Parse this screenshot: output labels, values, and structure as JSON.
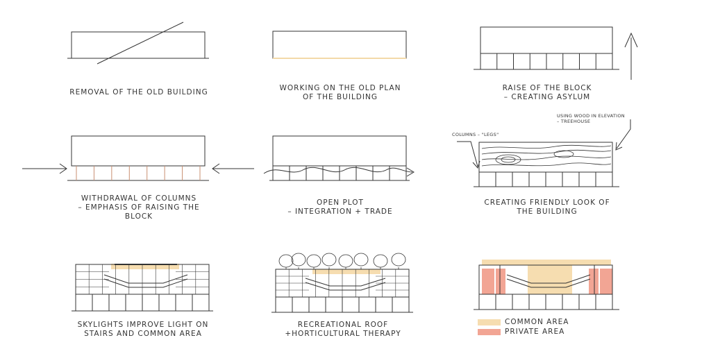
{
  "panels": [
    {
      "id": "p1",
      "caption": [
        "REMOVAL OF THE OLD BUILDING"
      ]
    },
    {
      "id": "p2",
      "caption": [
        "WORKING ON THE OLD PLAN",
        "OF THE BUILDING"
      ]
    },
    {
      "id": "p3",
      "caption": [
        "RAISE OF THE BLOCK",
        "– CREATING ASYLUM"
      ]
    },
    {
      "id": "p4",
      "caption": [
        "WITHDRAWAL OF COLUMNS",
        "– EMPHASIS OF RAISING THE",
        "BLOCK"
      ]
    },
    {
      "id": "p5",
      "caption": [
        "OPEN PLOT",
        "– INTEGRATION + TRADE"
      ]
    },
    {
      "id": "p6",
      "caption": [
        "CREATING FRIENDLY LOOK OF",
        "THE BUILDING"
      ]
    },
    {
      "id": "p7",
      "caption": [
        "SKYLIGHTS IMPROVE LIGHT ON",
        "STAIRS AND COMMON AREA"
      ]
    },
    {
      "id": "p8",
      "caption": [
        "RECREATIONAL ROOF",
        "+HORTICULTURAL THERAPY"
      ]
    }
  ],
  "annotations": {
    "columns_legs": "COLUMNS – \"LEGS\"",
    "wood_line1": "USING WOOD IN ELEVATION",
    "wood_line2": "– TREEHOUSE"
  },
  "legend": [
    {
      "label": "COMMON AREA",
      "color": "#f6ddb0"
    },
    {
      "label": "PRIVATE AREA",
      "color": "#f2a594"
    }
  ],
  "colors": {
    "line": "#333333",
    "common": "#f6ddb0",
    "private": "#f2a594",
    "ground_tint": "#f3d9a8",
    "column_tint": "#e8b89a"
  }
}
